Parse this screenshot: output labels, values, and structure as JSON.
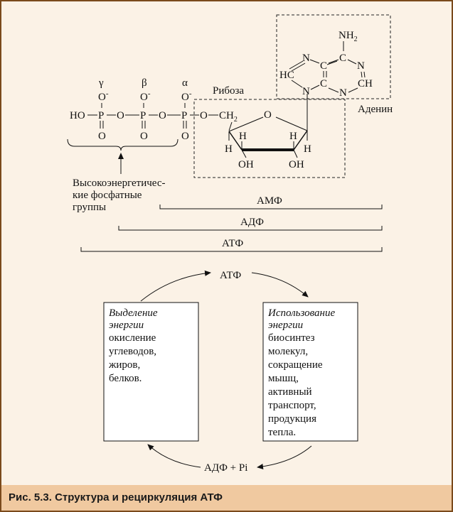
{
  "figure": {
    "caption": "Рис. 5.3. Структура и рециркуляция АТФ"
  },
  "molecule": {
    "greek": [
      "γ",
      "β",
      "α"
    ],
    "phosphate_chain": {
      "ho": "HO",
      "p": "P",
      "o": "O",
      "o_minus": "O",
      "minus": "-",
      "ch2": "CH",
      "sub2": "2"
    },
    "ribose": {
      "label": "Рибоза",
      "ring_o": "O",
      "h": "H",
      "oh": "OH"
    },
    "adenine": {
      "label": "Аденин",
      "nh2": "NH",
      "sub2": "2",
      "n": "N",
      "c": "C",
      "hc": "HC",
      "ch": "CH"
    },
    "high_energy_label": [
      "Высокоэнергетичес-",
      "кие фосфатные",
      "группы"
    ]
  },
  "brackets": {
    "amp": "АМФ",
    "adp": "АДФ",
    "atp": "АТФ"
  },
  "cycle": {
    "top": "АТФ",
    "bottom": "АДФ + Pi",
    "left_box": {
      "title": [
        "Выделение",
        "энергии"
      ],
      "lines": [
        "окисление",
        "углеводов,",
        "жиров,",
        "белков."
      ]
    },
    "right_box": {
      "title": [
        "Использование",
        "энергии"
      ],
      "lines": [
        "биосинтез",
        "молекул,",
        "сокращение",
        "мышц,",
        "активный",
        "транспорт,",
        "продукция",
        "тепла."
      ]
    }
  }
}
